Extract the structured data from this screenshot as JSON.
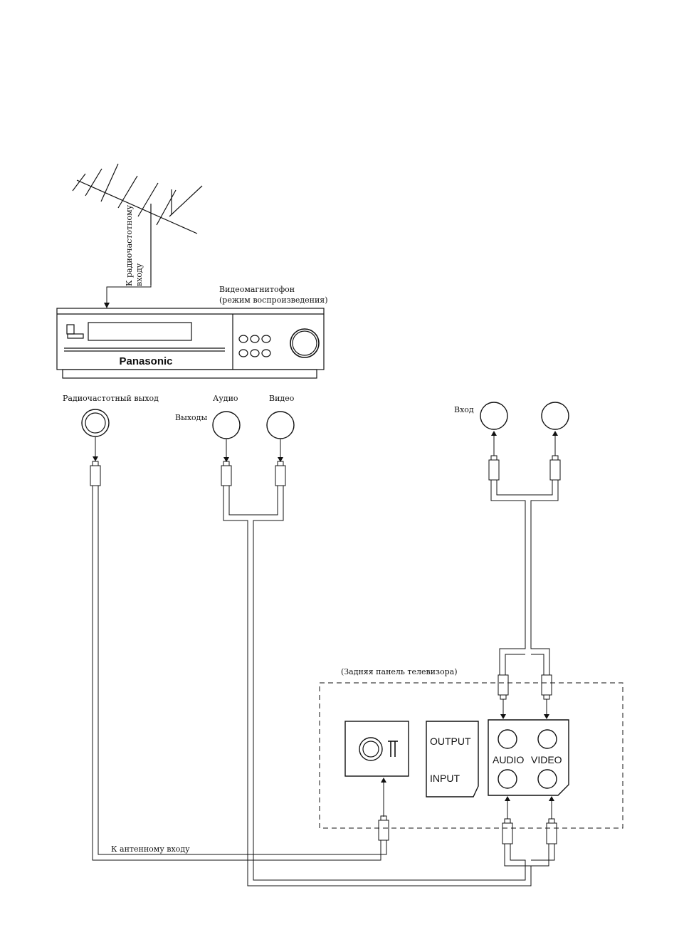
{
  "antenna": {
    "cable_label_line1": "К радиочастотному",
    "cable_label_line2": "входу"
  },
  "vcr": {
    "title_line1": "Видеомагнитофон",
    "title_line2": "(режим воспроизведения)",
    "brand": "Panasonic"
  },
  "vcr_outputs": {
    "rf_out_label": "Радиочастотный выход",
    "audio_label": "Аудио",
    "video_label": "Видео",
    "outputs_label": "Выходы"
  },
  "input_device": {
    "input_label": "Вход"
  },
  "tv_panel": {
    "title": "(Задняя панель телевизора)",
    "output_label": "OUTPUT",
    "input_label": "INPUT",
    "audio_label": "AUDIO",
    "video_label": "VIDEO"
  },
  "antenna_input_label": "К антенному входу"
}
